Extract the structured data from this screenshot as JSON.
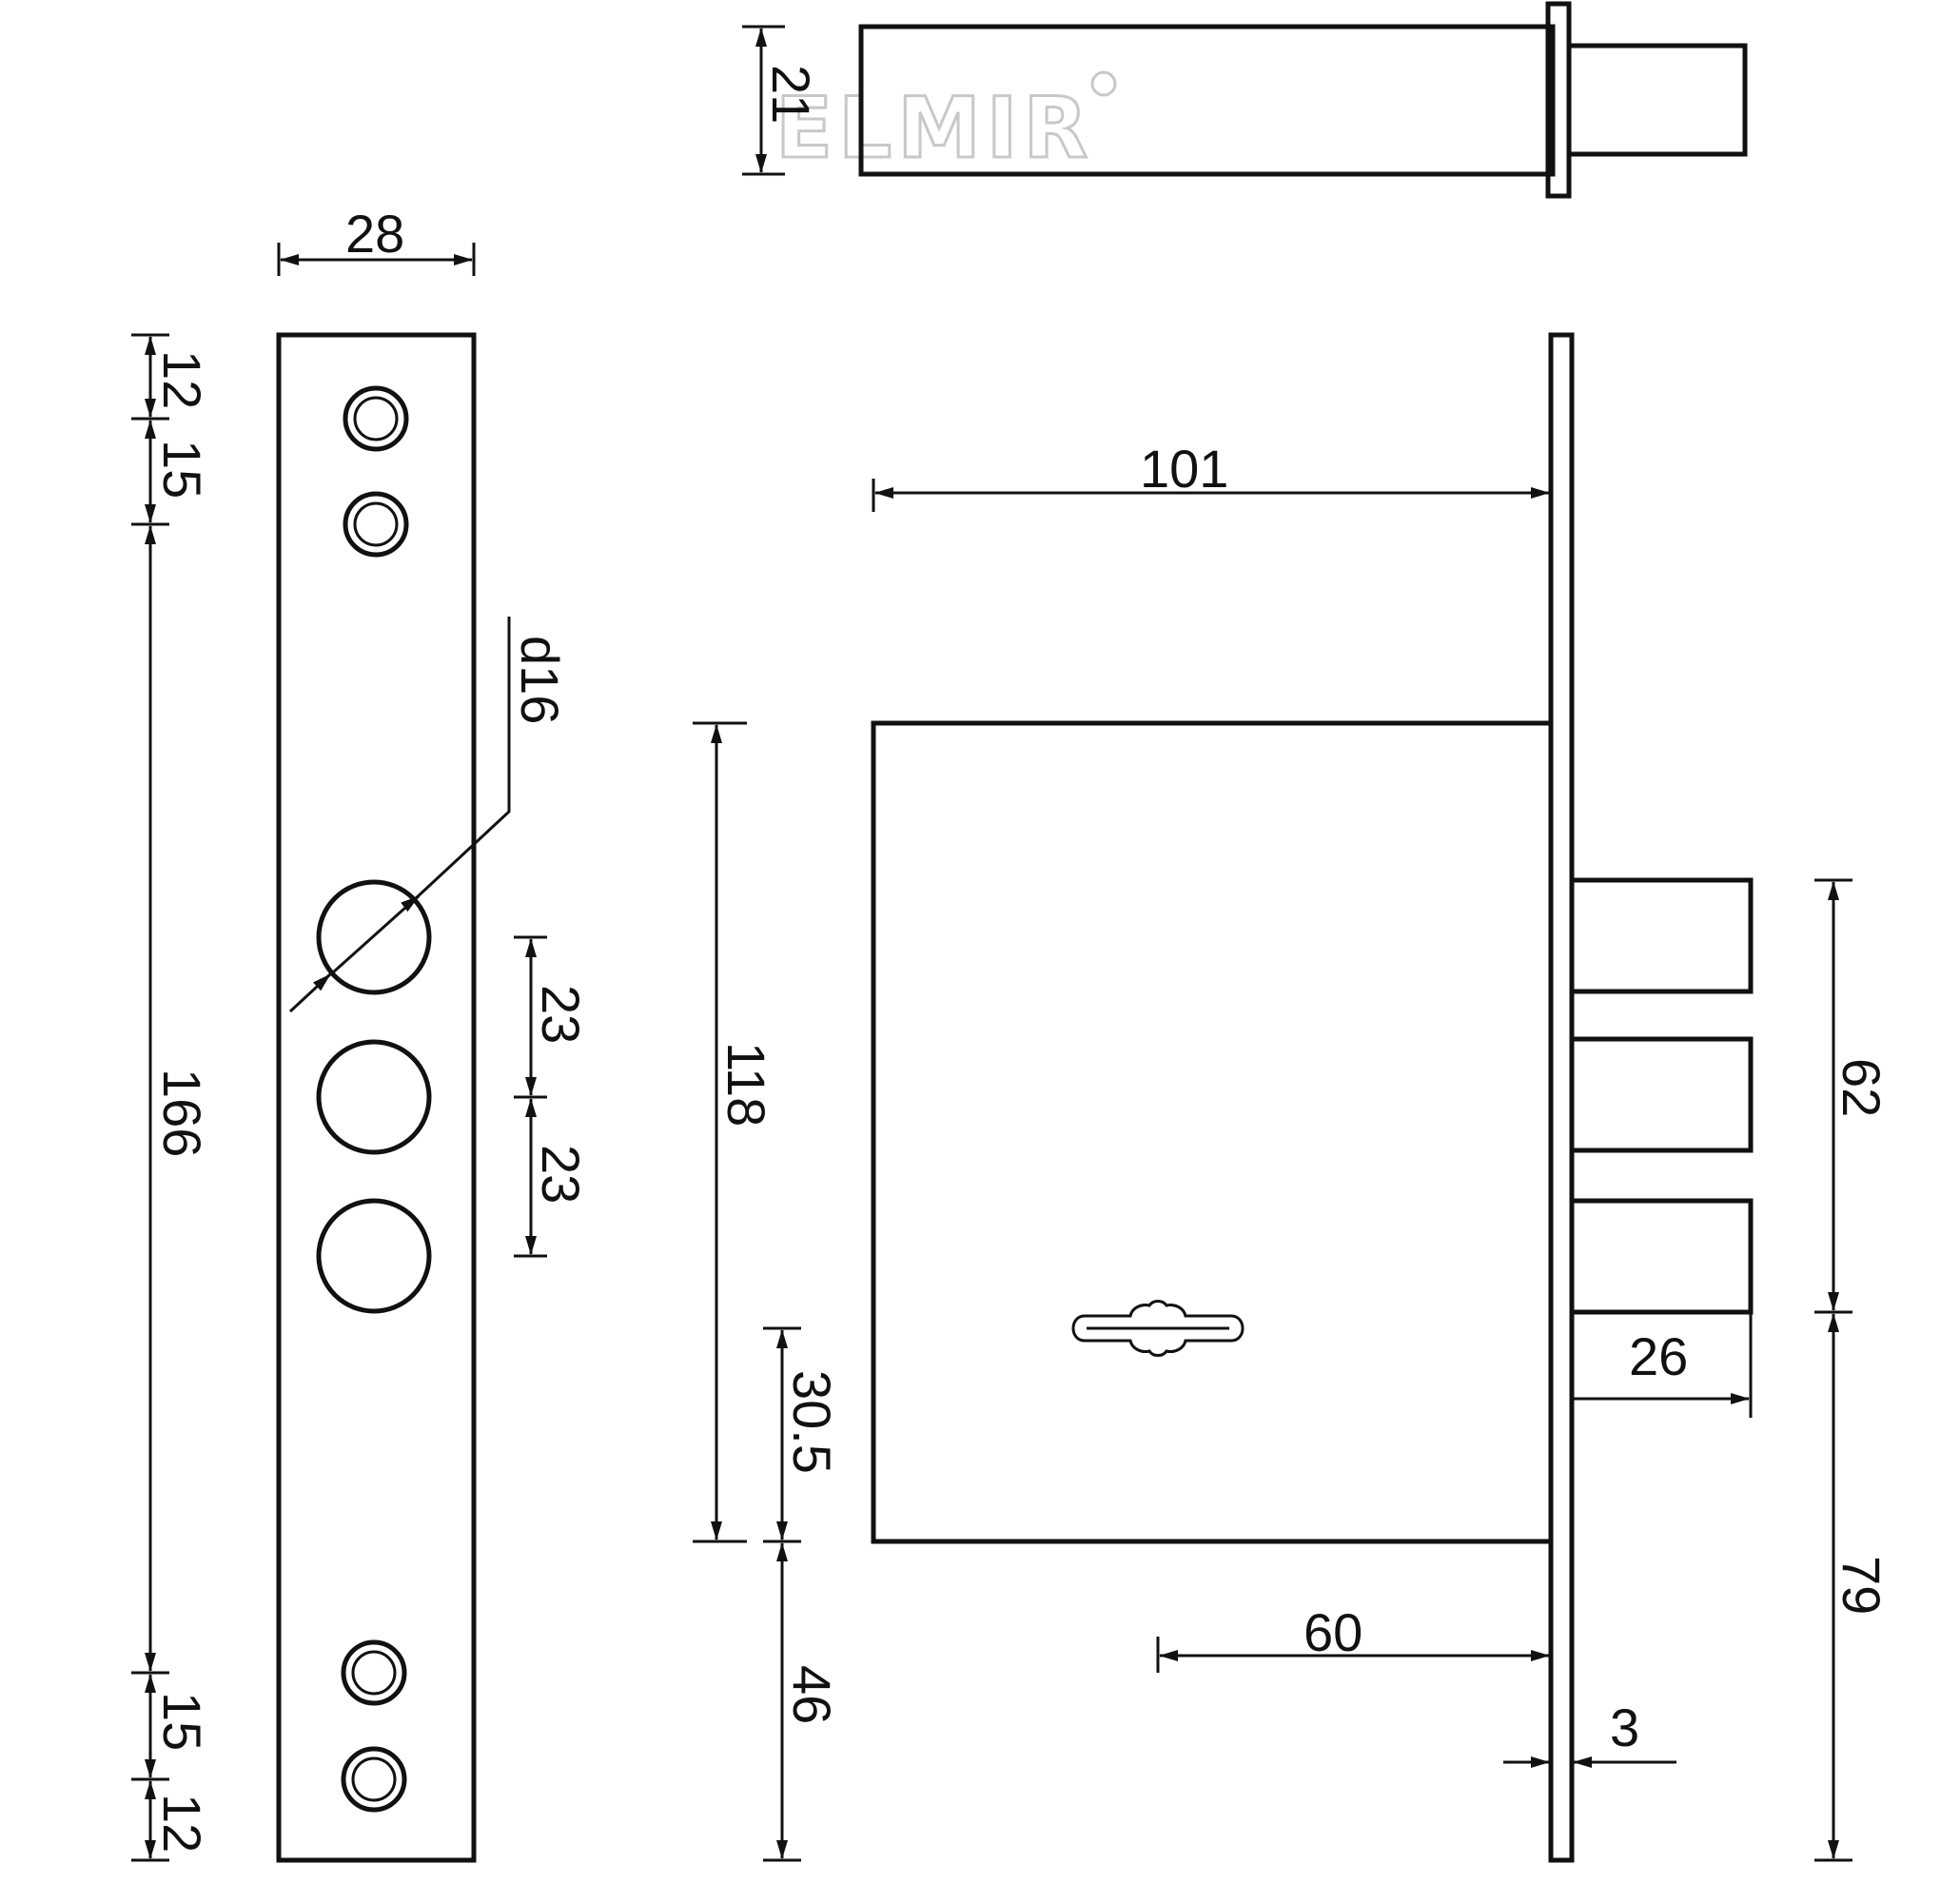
{
  "watermark": "ELMIR",
  "colors": {
    "line": "#111111",
    "background": "#ffffff",
    "watermark": "#c8c8c8"
  },
  "faceplate": {
    "width": "28",
    "top_margin": "12",
    "top_pitch": "15",
    "screw_span": "166",
    "bottom_pitch": "15",
    "bottom_margin": "12",
    "hole_diameter": "d16",
    "hole_pitch_1": "23",
    "hole_pitch_2": "23"
  },
  "top_view": {
    "thickness": "21"
  },
  "side_view": {
    "backset_depth": "101",
    "case_height": "118",
    "keyhole_to_bottom": "30.5",
    "bottom_to_plate_end": "46",
    "keyhole_backset": "60",
    "plate_thickness": "3",
    "bolt_spacing": "62",
    "bolt_throw": "26",
    "bolt_to_plate_end": "79"
  }
}
